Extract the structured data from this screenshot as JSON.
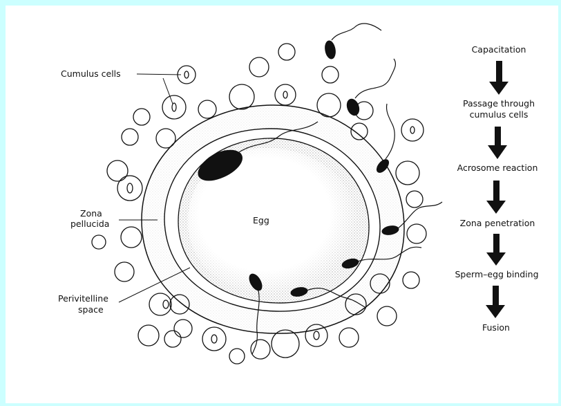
{
  "labels": {
    "cumulus": "Cumulus cells",
    "zona_line1": "Zona",
    "zona_line2": "pellucida",
    "egg": "Egg",
    "peri_line1": "Perivitelline",
    "peri_line2": "space"
  },
  "steps": [
    "Capacitation",
    "Passage through",
    "cumulus cells",
    "Acrosome reaction",
    "Zona penetration",
    "Sperm–egg binding",
    "Fusion"
  ],
  "colors": {
    "background": "#ccffff",
    "ink": "#111111",
    "panel": "#ffffff"
  }
}
